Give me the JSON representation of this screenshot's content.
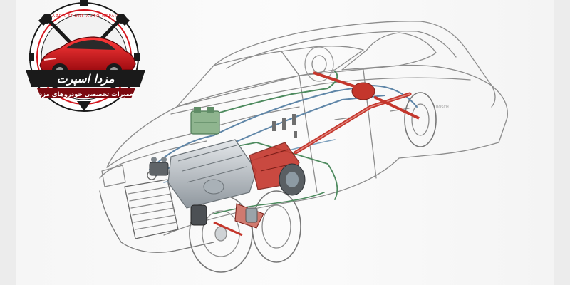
{
  "logo": {
    "brand_text": "مزدا اسپرت",
    "tagline": "تعمیرات تخصصی خودروهای مزدا",
    "ring_text": "MAZDA SPORT AUTO REPAIR",
    "accent": "#d4141c",
    "dark": "#1a1a1a",
    "badge": "#7a0a10"
  },
  "diagram": {
    "subject": "car-cutaway",
    "line_color": "#8c8c8c",
    "pipe_green": "#4d8a5e",
    "pipe_blue": "#5f86a8",
    "part_red": "#c4362c",
    "part_grey": "#8d9aa3"
  }
}
